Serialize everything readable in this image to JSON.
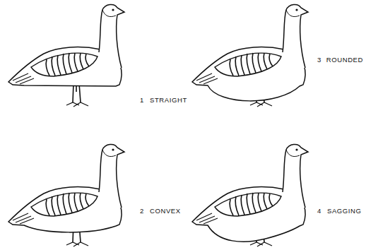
{
  "diagram": {
    "labels": [
      "1",
      "STRAIGHT",
      "3",
      "ROUNDED",
      "2",
      "CONVEX",
      "4",
      "SAGGING"
    ]
  }
}
